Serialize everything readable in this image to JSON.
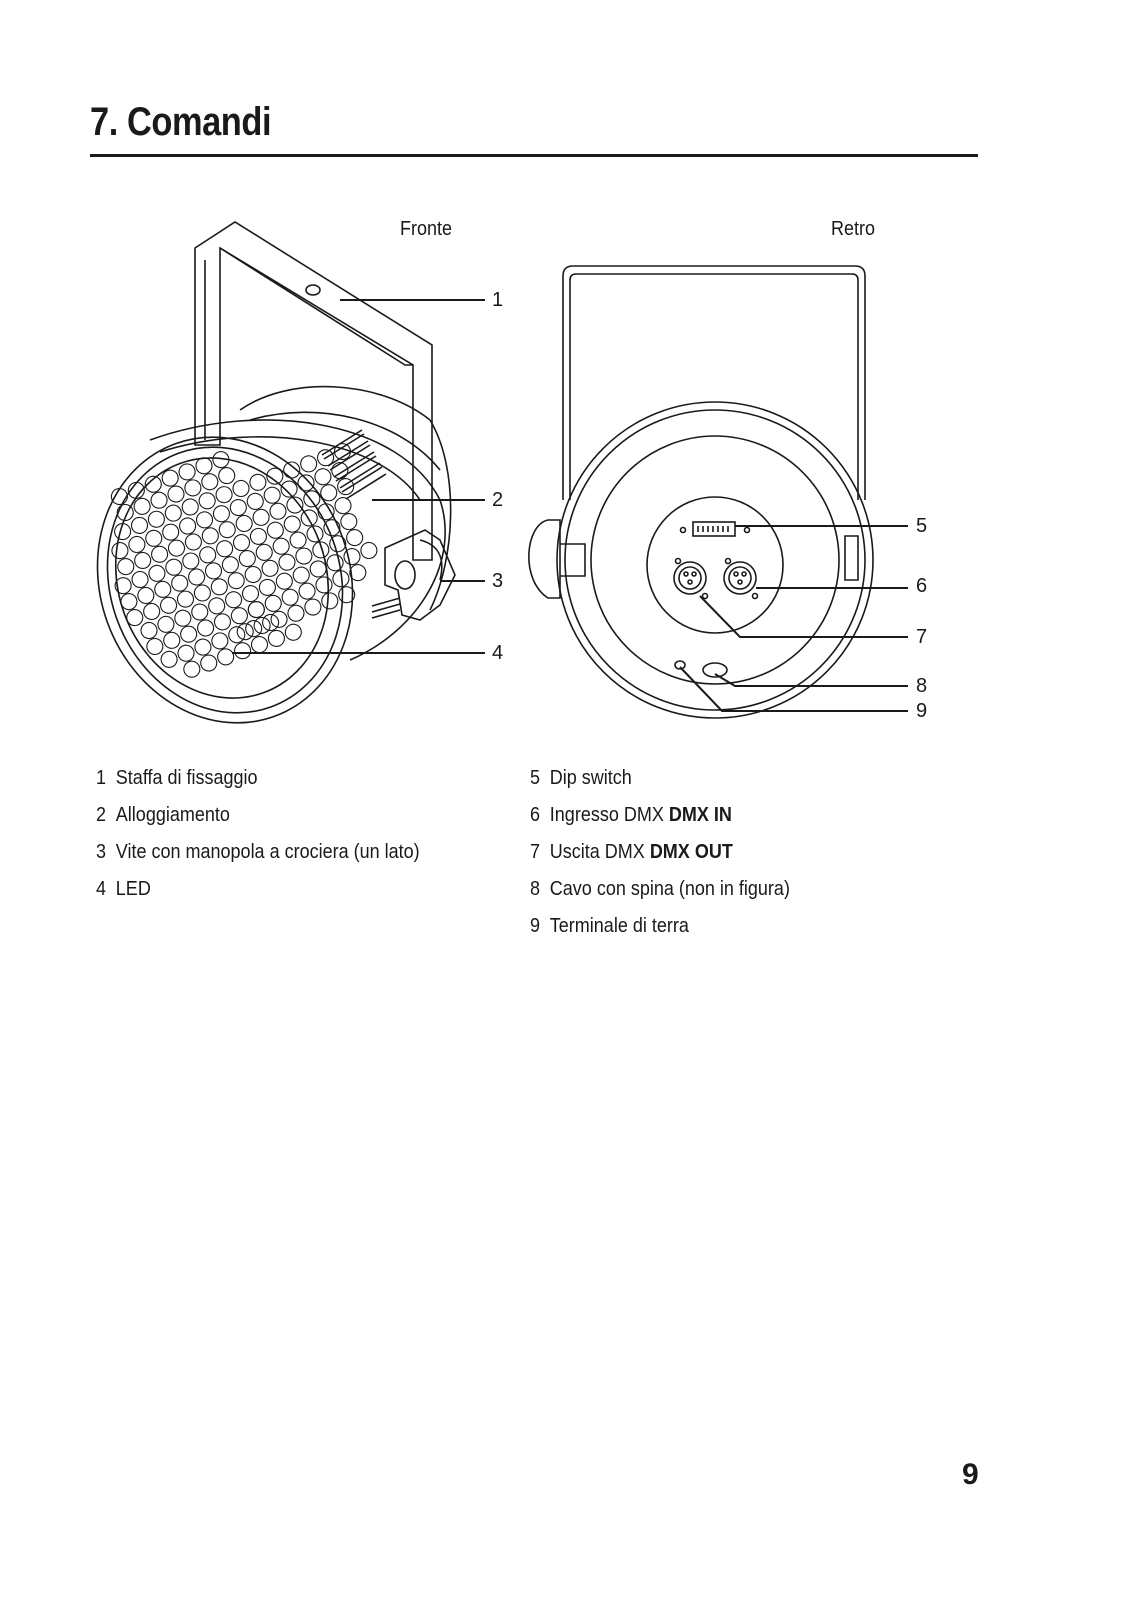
{
  "section": {
    "title": "7. Comandi"
  },
  "figure": {
    "front_label": "Fronte",
    "back_label": "Retro",
    "callouts": [
      "1",
      "2",
      "3",
      "4",
      "5",
      "6",
      "7",
      "8",
      "9"
    ]
  },
  "legend_left": [
    {
      "num": "1",
      "text": "Staffa di fissaggio",
      "bold": ""
    },
    {
      "num": "2",
      "text": "Alloggiamento",
      "bold": ""
    },
    {
      "num": "3",
      "text": "Vite con manopola a crociera (un lato)",
      "bold": ""
    },
    {
      "num": "4",
      "text": "LED",
      "bold": ""
    }
  ],
  "legend_right": [
    {
      "num": "5",
      "text": "Dip switch",
      "bold": ""
    },
    {
      "num": "6",
      "text": "Ingresso DMX ",
      "bold": "DMX IN"
    },
    {
      "num": "7",
      "text": "Uscita DMX ",
      "bold": "DMX OUT"
    },
    {
      "num": "8",
      "text": "Cavo con spina (non in figura)",
      "bold": ""
    },
    {
      "num": "9",
      "text": "Terminale di terra",
      "bold": ""
    }
  ],
  "page_number": "9"
}
